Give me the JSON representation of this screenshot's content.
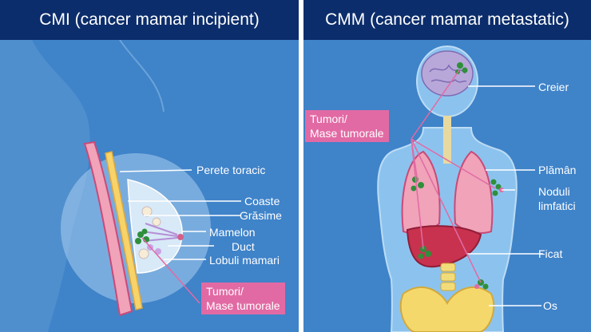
{
  "left_panel": {
    "title": "CMI (cancer mamar incipient)",
    "labels": {
      "chest_wall": "Perete toracic",
      "ribs": "Coaste",
      "fat": "Grăsime",
      "nipple": "Mamelon",
      "duct": "Duct",
      "lobules": "Lobuli mamari"
    },
    "tumor_box": {
      "line1": "Tumori/",
      "line2": "Mase tumorale"
    }
  },
  "right_panel": {
    "title": "CMM (cancer mamar metastatic)",
    "labels": {
      "brain": "Creier",
      "lung": "Plămân",
      "lymph_line1": "Noduli",
      "lymph_line2": "limfatici",
      "liver": "Ficat",
      "bone": "Os"
    },
    "tumor_box": {
      "line1": "Tumori/",
      "line2": "Mase tumorale"
    }
  },
  "colors": {
    "header_bg": "#0c2d6b",
    "panel_bg": "#3f83c9",
    "label_pink": "#e26aa4",
    "tumor_green": "#2f8f3a",
    "body_light": "#8cc3ee"
  }
}
